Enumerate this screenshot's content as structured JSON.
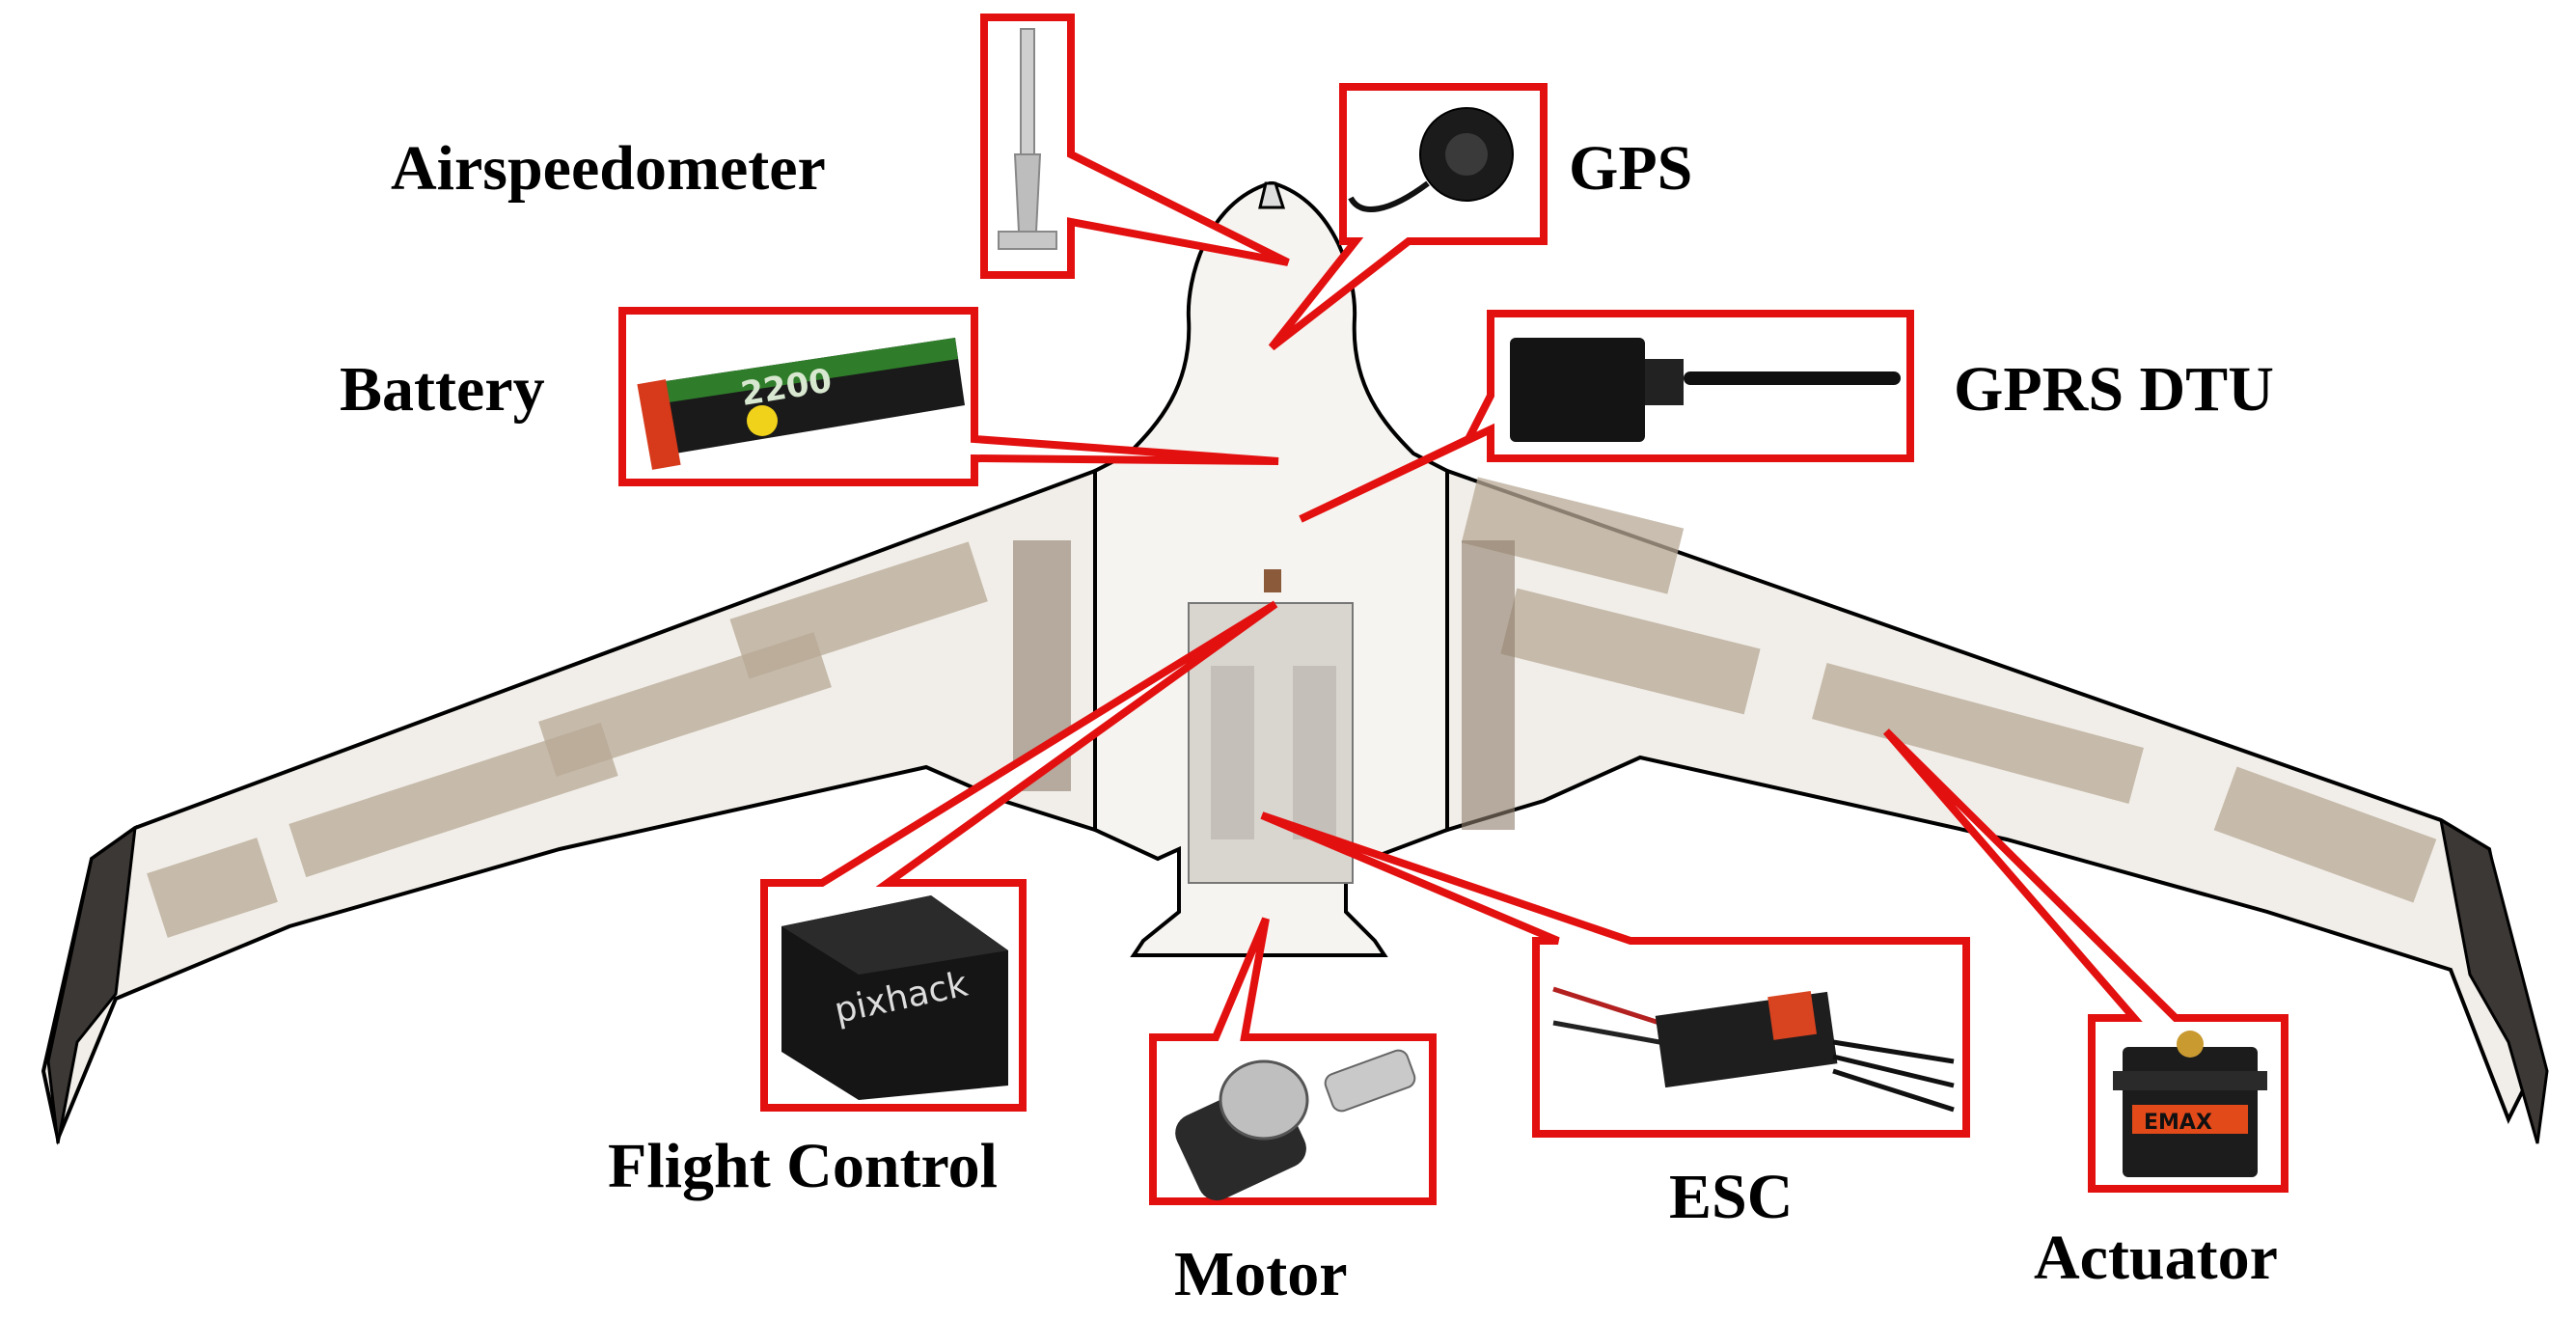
{
  "components": {
    "airspeedometer": "Airspeedometer",
    "gps": "GPS",
    "battery": "Battery",
    "gprs_dtu": "GPRS DTU",
    "flight_control": "Flight Control",
    "motor": "Motor",
    "esc": "ESC",
    "actuator": "Actuator"
  },
  "colors": {
    "callout_red": "#e31010",
    "label_text": "#000000",
    "background": "#ffffff"
  }
}
